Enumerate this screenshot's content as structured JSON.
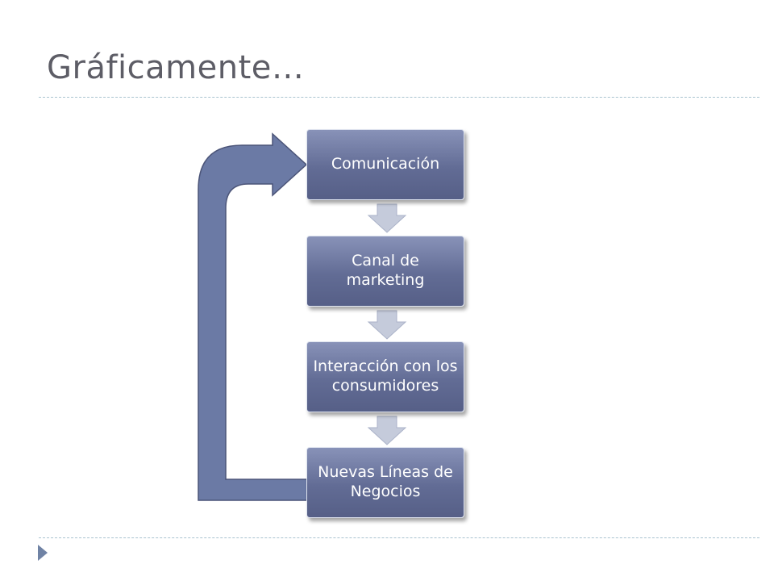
{
  "slide": {
    "title": "Gráficamente…"
  },
  "diagram": {
    "steps": [
      {
        "label": "Comunicación"
      },
      {
        "label": "Canal de marketing"
      },
      {
        "label": "Interacción con los consumidores"
      },
      {
        "label": "Nuevas Líneas de Negocios"
      }
    ],
    "colors": {
      "box_fill": "#626c95",
      "feedback_arrow": "#6b7aa5",
      "step_arrow": "#c5cbdb",
      "accent_line": "#a9c3cf"
    },
    "icons": {
      "nav": "triangle-right-icon"
    }
  }
}
